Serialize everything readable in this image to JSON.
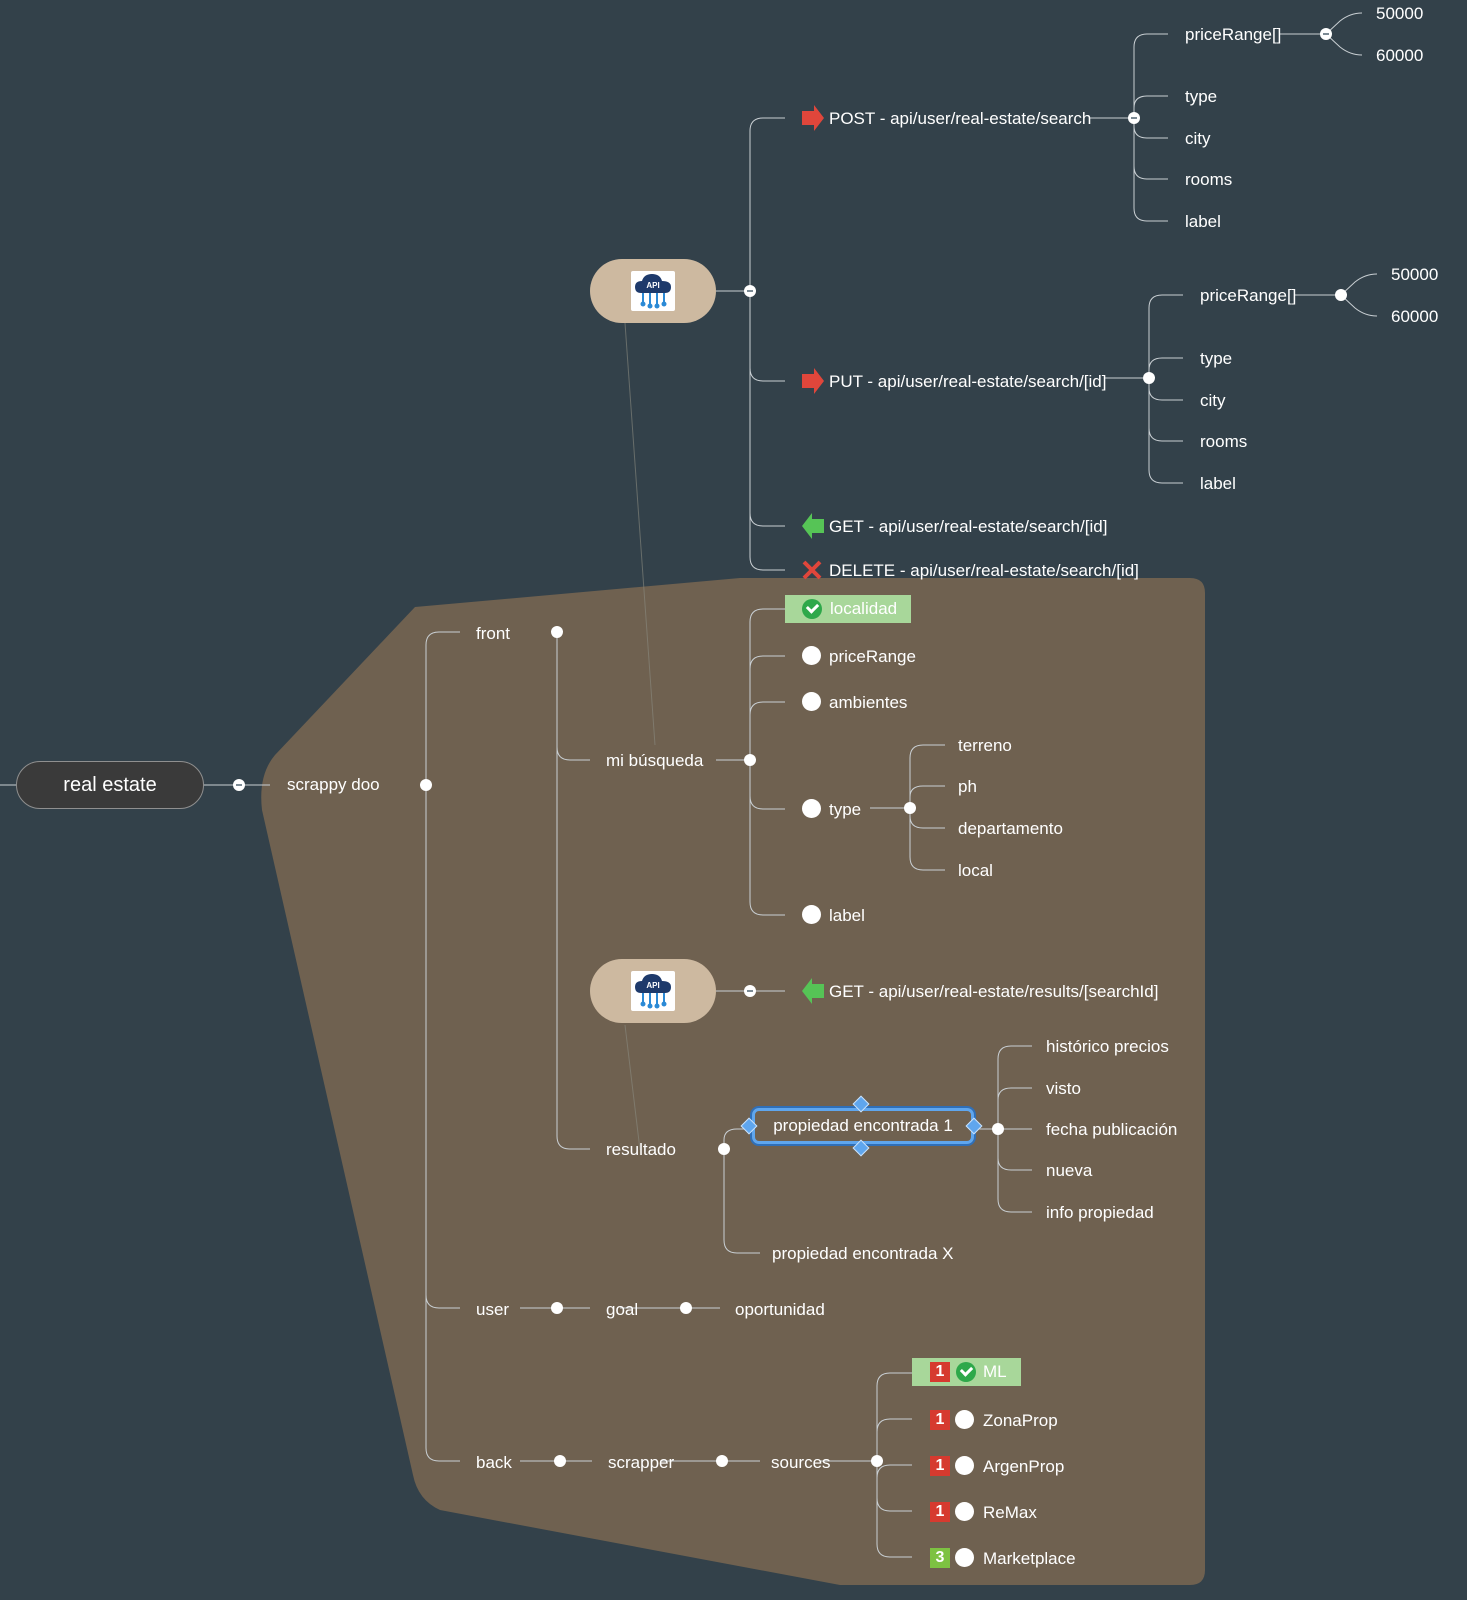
{
  "root": "real estate",
  "boundary": "scrappy doo",
  "front": "front",
  "user": "user",
  "back": "back",
  "api_node_icon": "cloud-api-icon",
  "api_node_icon_text": "API",
  "endpoints": {
    "post": "POST - api/user/real-estate/search",
    "put": "PUT - api/user/real-estate/search/[id]",
    "get": "GET - api/user/real-estate/search/[id]",
    "delete": "DELETE - api/user/real-estate/search/[id]",
    "results": "GET - api/user/real-estate/results/[searchId]"
  },
  "post_fields": [
    "priceRange[]",
    "type",
    "city",
    "rooms",
    "label"
  ],
  "post_price_values": [
    "50000",
    "60000"
  ],
  "put_fields": [
    "priceRange[]",
    "type",
    "city",
    "rooms",
    "label"
  ],
  "put_price_values": [
    "50000",
    "60000"
  ],
  "mi_busqueda": {
    "label": "mi búsqueda",
    "items": [
      "localidad",
      "priceRange",
      "ambientes",
      "type",
      "label"
    ],
    "type_values": [
      "terreno",
      "ph",
      "departamento",
      "local"
    ]
  },
  "resultado": {
    "label": "resultado",
    "selected": "propiedad encontrada 1",
    "selected_details": [
      "histórico precios",
      "visto",
      "fecha publicación",
      "nueva",
      "info propiedad"
    ],
    "other": "propiedad encontrada X"
  },
  "user_branch": {
    "goal": "goal",
    "oportunidad": "oportunidad"
  },
  "back_branch": {
    "scrapper": "scrapper",
    "sources": "sources",
    "items": [
      {
        "label": "ML",
        "priority": "1",
        "done": true
      },
      {
        "label": "ZonaProp",
        "priority": "1",
        "done": false
      },
      {
        "label": "ArgenProp",
        "priority": "1",
        "done": false
      },
      {
        "label": "ReMax",
        "priority": "1",
        "done": false
      },
      {
        "label": "Marketplace",
        "priority": "3",
        "done": false
      }
    ]
  },
  "colors": {
    "background": "#33414a",
    "boundary": "#6f6150",
    "api_node": "#cdb9a0",
    "done_highlight": "#a8d79a",
    "priority_red": "#d63a2f",
    "priority_green": "#7dc242",
    "selection": "#5fa6ee",
    "arrow_red": "#e0463b",
    "arrow_green": "#56c456"
  }
}
